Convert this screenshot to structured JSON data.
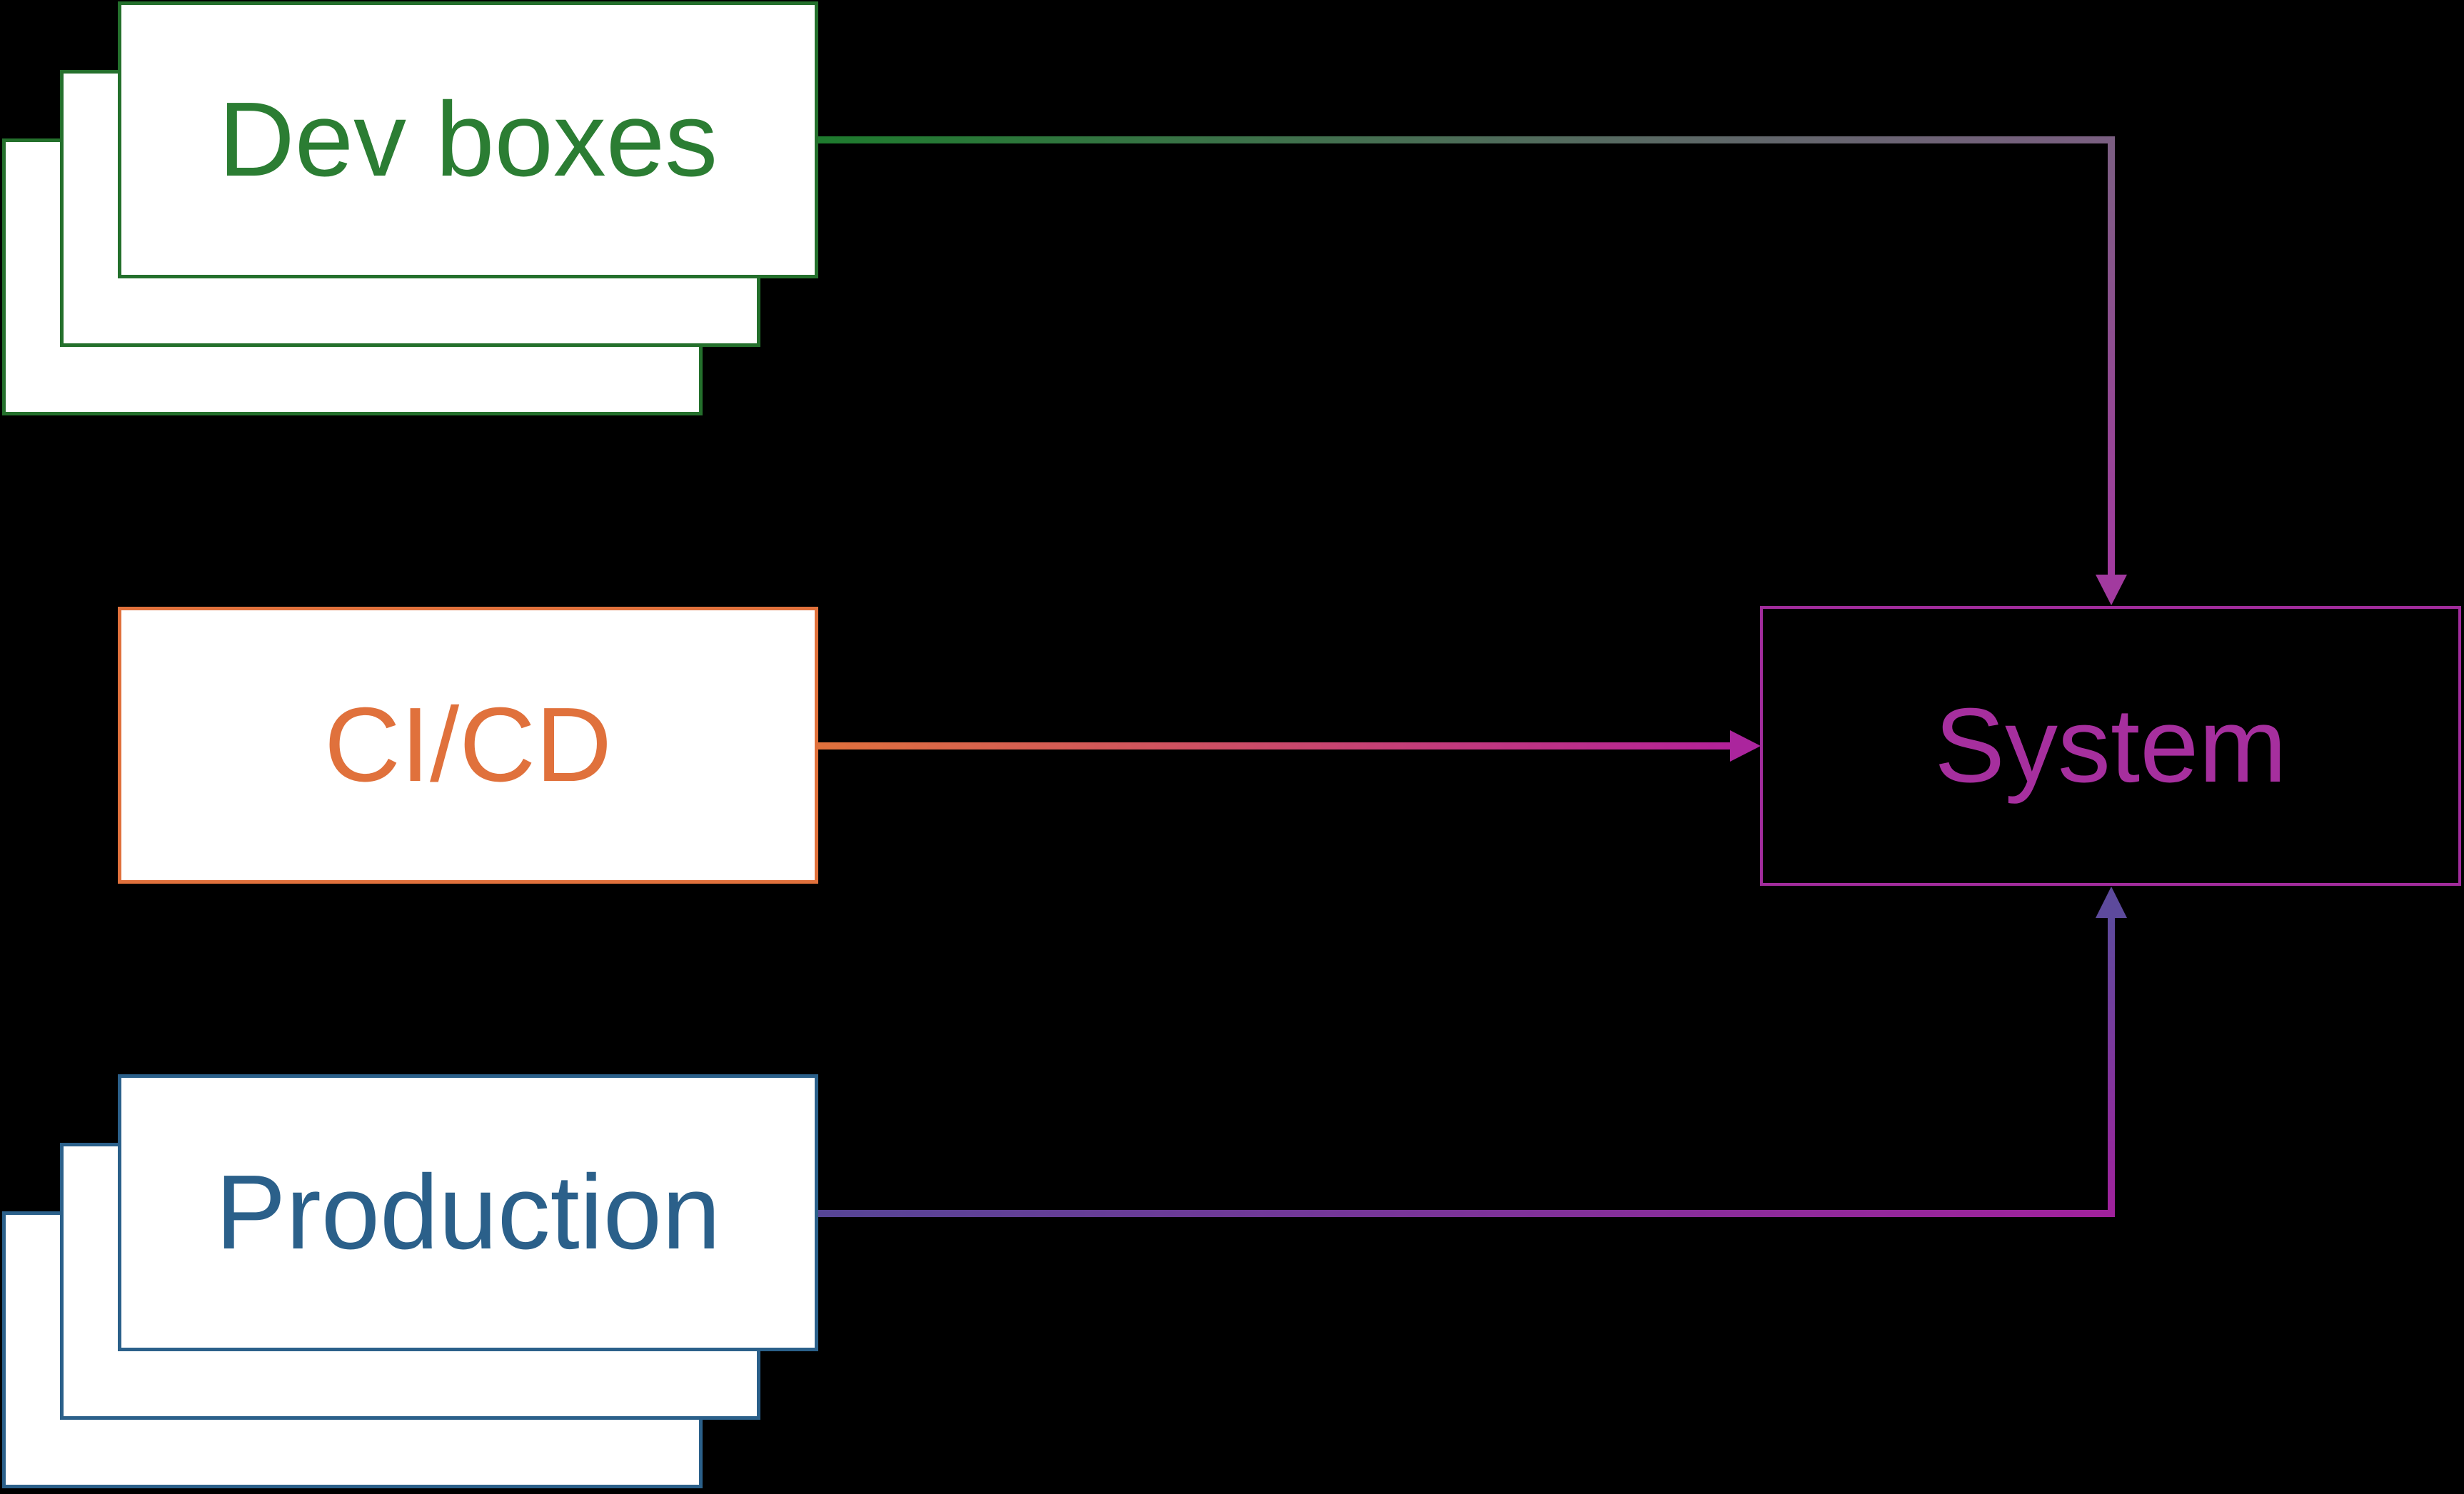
{
  "diagram": {
    "background_color": "#000000",
    "nodes": {
      "dev_boxes": {
        "label": "Dev boxes",
        "text_color": "#2b7d33",
        "border_color": "#24702c",
        "fill_color": "#ffffff",
        "stacked": true,
        "stack_count": 3
      },
      "cicd": {
        "label": "CI/CD",
        "text_color": "#e0713c",
        "border_color": "#e0713c",
        "fill_color": "#ffffff",
        "stacked": false,
        "stack_count": 1
      },
      "production": {
        "label": "Production",
        "text_color": "#2b608a",
        "border_color": "#2b608a",
        "fill_color": "#ffffff",
        "stacked": true,
        "stack_count": 3
      },
      "system": {
        "label": "System",
        "text_color": "#a62f9e",
        "border_color": "#a12c9c",
        "fill_color": "#000000",
        "stacked": false,
        "stack_count": 1
      }
    },
    "edges": [
      {
        "id": "dev-to-system",
        "from": "Dev boxes",
        "to": "System",
        "route": "right-then-down",
        "colors": {
          "start": "#1e7b2e",
          "corner": "#7b5f82",
          "end": "#a23a9f"
        }
      },
      {
        "id": "cicd-to-system",
        "from": "CI/CD",
        "to": "System",
        "route": "right",
        "colors": {
          "start": "#e0713c",
          "end": "#b21e9c",
          "arrowhead": "#ab259d"
        }
      },
      {
        "id": "production-to-system",
        "from": "Production",
        "to": "System",
        "route": "right-then-up",
        "colors": {
          "start": "#564595",
          "corner": "#a1219c",
          "end": "#5d4a9c"
        }
      }
    ]
  }
}
